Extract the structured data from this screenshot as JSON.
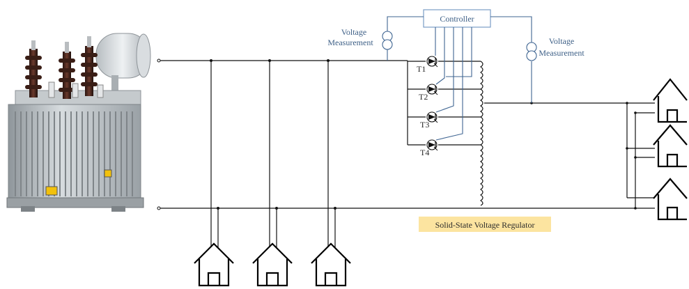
{
  "diagram": {
    "controller_label": "Controller",
    "voltage_measurement_left": [
      "Voltage",
      "Measurement"
    ],
    "voltage_measurement_right": [
      "Voltage",
      "Measurement"
    ],
    "thyristors": [
      "T1",
      "T2",
      "T3",
      "T4"
    ],
    "regulator_label": "Solid-State Voltage Regulator",
    "colors": {
      "regulator_bg": "#fce4a0",
      "controller_border": "#7a9cc6",
      "wire": "#111111",
      "control_wire": "#3f6592"
    },
    "icons": {
      "transformer": "distribution-transformer-image",
      "house": "house-outline-icon",
      "thyristor": "thyristor-symbol",
      "sensor": "current-sensor-symbol"
    }
  }
}
